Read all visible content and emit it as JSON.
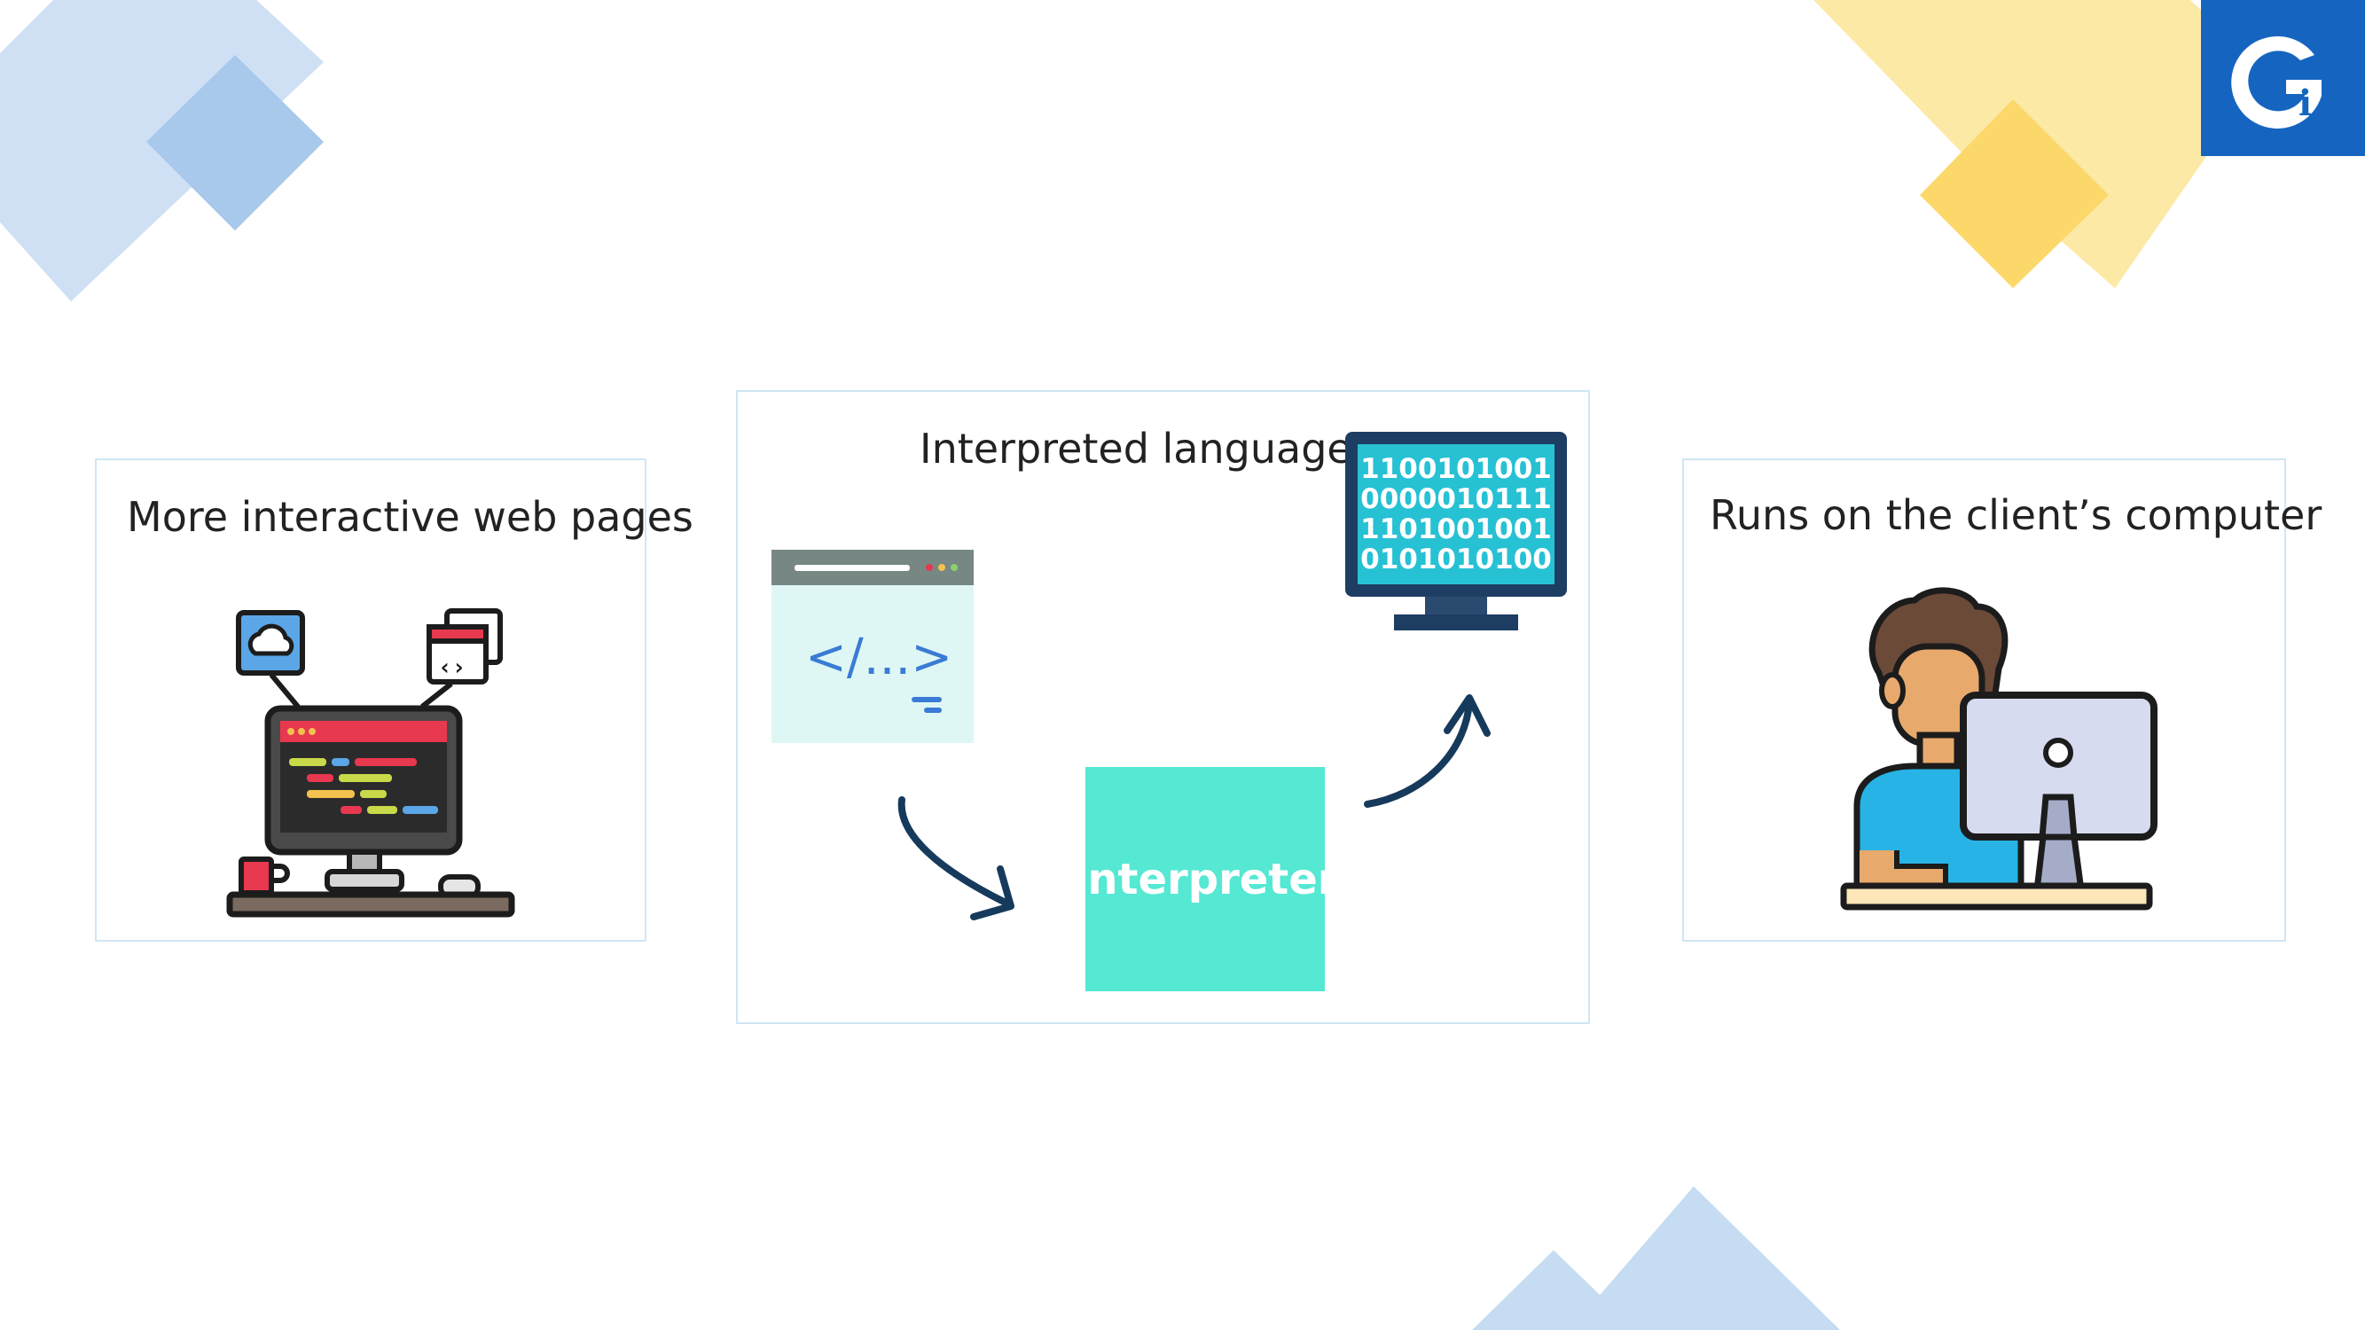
{
  "logo": {
    "mark": "Gi",
    "bg_color": "#1565c0"
  },
  "cards": {
    "left": {
      "title": "More interactive web pages",
      "icon": "developer-desk-icon"
    },
    "middle": {
      "title": "Interpreted language",
      "source_icon": "code-window-icon",
      "source_code_text": "</...>",
      "box_label": "Interpreter",
      "box_color": "#55e8d3",
      "binary_icon": "binary-monitor-icon",
      "binary_lines": [
        "1100101001",
        "0000010111",
        "1101001001",
        "0101010100"
      ]
    },
    "right": {
      "title": "Runs on the client’s computer",
      "icon": "person-computer-icon"
    }
  },
  "colors": {
    "accent_blue": "#1565c0",
    "deco_blue": "#c5dcf2",
    "deco_yellow": "#fde9a6",
    "arrow": "#163a5c"
  }
}
